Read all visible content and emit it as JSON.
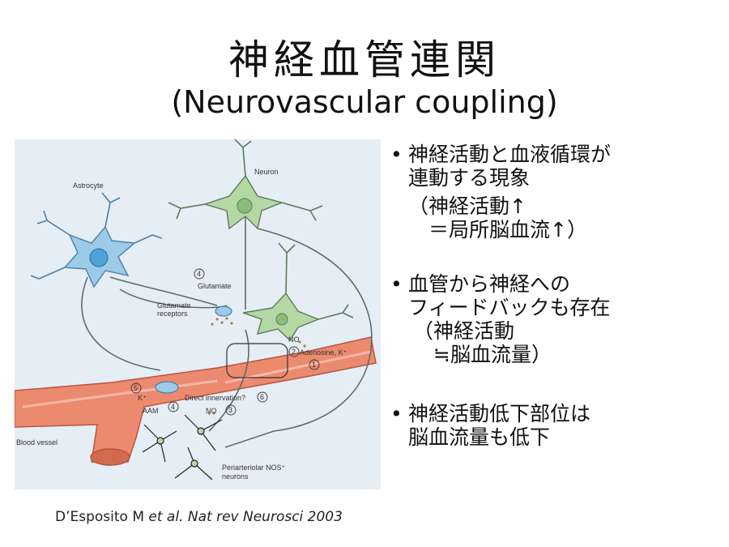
{
  "title": {
    "jp": "神経血管連関",
    "en": "(Neurovascular coupling)"
  },
  "figure": {
    "labels": {
      "neuron": "Neuron",
      "astrocyte": "Astrocyte",
      "glutamate": "Glutamate",
      "glutamate_receptors_1": "Glutamate",
      "glutamate_receptors_2": "receptors",
      "no_top": "NO",
      "adenosine": "Adenosine, K⁺",
      "k_plus": "K⁺",
      "direct_innervation": "Direct innervation?",
      "aam": "AAM",
      "no_bottom": "NO",
      "blood_vessel": "Blood vessel",
      "periarteriolar_1": "Periarteriolar NOS⁺",
      "periarteriolar_2": "neurons"
    },
    "numbers": {
      "n1": "1",
      "n2": "2",
      "n3": "3",
      "n4a": "4",
      "n4b": "4",
      "n5": "5",
      "n6": "6"
    },
    "colors": {
      "background": "#e6eef5",
      "neuron": "#b5d7a4",
      "astrocyte": "#9ccbe8",
      "vessel": "#ec8a70",
      "outline": "#5a6e6a"
    }
  },
  "bullets": [
    {
      "lines": [
        "神経活動と血液循環が",
        "連動する現象"
      ],
      "sub": [
        "（神経活動↑",
        "　＝局所脳血流↑）"
      ]
    },
    {
      "lines": [
        "血管から神経への",
        "フィードバックも存在"
      ],
      "sub": [
        "（神経活動",
        "　≒脳血流量）"
      ]
    },
    {
      "lines": [
        "神経活動低下部位は",
        "脳血流量も低下"
      ],
      "sub": []
    }
  ],
  "bullet_symbol": "•",
  "citation": {
    "authors": "D’Esposito M ",
    "etal": "et al. Nat rev Neurosci 2003"
  }
}
